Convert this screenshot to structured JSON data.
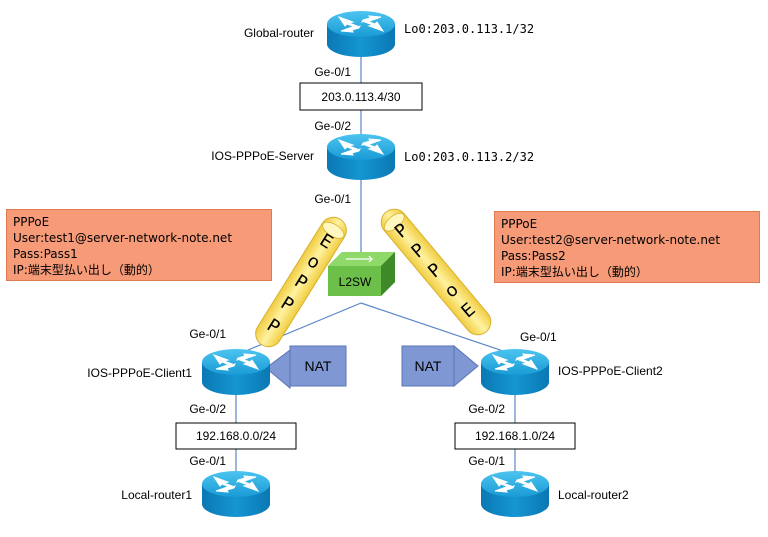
{
  "routers": {
    "global": {
      "name": "Global-router",
      "loopback": "Lo0:203.0.113.1/32"
    },
    "server": {
      "name": "IOS-PPPoE-Server",
      "loopback": "Lo0:203.0.113.2/32"
    },
    "client1": {
      "name": "IOS-PPPoE-Client1"
    },
    "client2": {
      "name": "IOS-PPPoE-Client2"
    },
    "local1": {
      "name": "Local-router1"
    },
    "local2": {
      "name": "Local-router2"
    }
  },
  "switch": {
    "name": "L2SW"
  },
  "interfaces": {
    "global_down": "Ge-0/1",
    "server_up": "Ge-0/2",
    "server_down": "Ge-0/1",
    "client1_up": "Ge-0/1",
    "client1_down": "Ge-0/2",
    "local1_up": "Ge-0/1",
    "client2_up": "Ge-0/1",
    "client2_down": "Ge-0/2",
    "local2_up": "Ge-0/1"
  },
  "subnets": {
    "top": "203.0.113.4/30",
    "left": "192.168.0.0/24",
    "right": "192.168.1.0/24"
  },
  "tunnels": {
    "left": [
      "P",
      "P",
      "P",
      "o",
      "E"
    ],
    "right": [
      "P",
      "P",
      "P",
      "o",
      "E"
    ]
  },
  "nat": {
    "left": "NAT",
    "right": "NAT"
  },
  "info_left": {
    "title": "PPPoE",
    "user": "User:test1@server-network-note.net",
    "pass": "Pass:Pass1",
    "ip": "IP:端末型払い出し（動的）"
  },
  "info_right": {
    "title": "PPPoE",
    "user": "User:test2@server-network-note.net",
    "pass": "Pass:Pass2",
    "ip": "IP:端末型払い出し（動的）"
  },
  "colors": {
    "router_body": "#0e8cc8",
    "router_top": "#36b4e8",
    "switch_green": "#6cc04a",
    "tunnel_yellow": "#ffe570",
    "nat_blue": "#7f97d2",
    "info_orange": "#f79a78",
    "link_blue": "#5a86c8"
  }
}
